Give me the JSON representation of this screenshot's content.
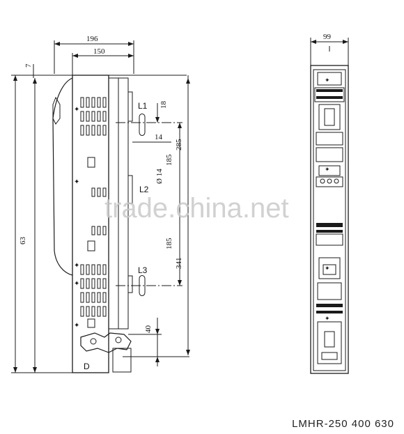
{
  "title": "LMHR-250 400 630",
  "watermark": "trade.china.net",
  "side_view": {
    "dims": {
      "overall_width": "196",
      "body_width": "150",
      "top_offset": "7",
      "overall_height": "63",
      "d18": "18",
      "d14": "14",
      "d285": "285",
      "d185_upper": "185",
      "dia14": "Ø 14",
      "d185_lower": "185",
      "d341": "341",
      "d40": "40"
    },
    "labels": {
      "l1": "L1",
      "l2": "L2",
      "l3": "L3",
      "d": "D"
    }
  },
  "front_view": {
    "dims": {
      "width": "99"
    }
  },
  "colors": {
    "line": "#1a1a1a",
    "watermark": "#c9c9c9",
    "background": "#ffffff"
  }
}
